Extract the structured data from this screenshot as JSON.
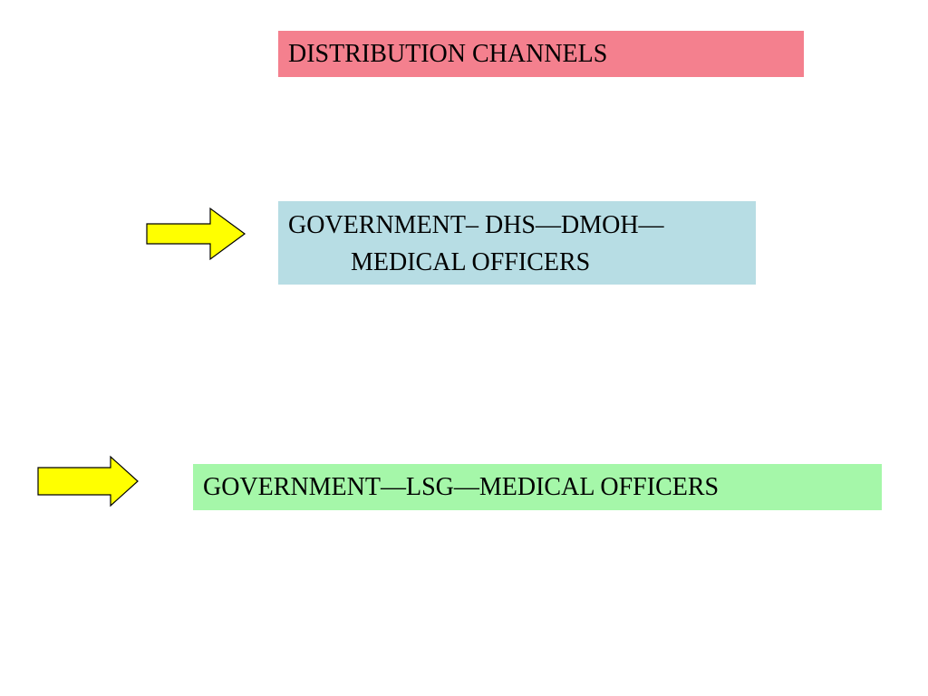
{
  "title": {
    "text": "DISTRIBUTION CHANNELS",
    "bg_color": "#f4808e"
  },
  "channels": [
    {
      "line1": "GOVERNMENT– DHS—DMOH—",
      "line2": "MEDICAL OFFICERS",
      "bg_color": "#b7dde4",
      "arrow_color": "#ffff00"
    },
    {
      "line1": "GOVERNMENT—LSG—MEDICAL OFFICERS",
      "bg_color": "#a5f7a9",
      "arrow_color": "#ffff00"
    }
  ]
}
